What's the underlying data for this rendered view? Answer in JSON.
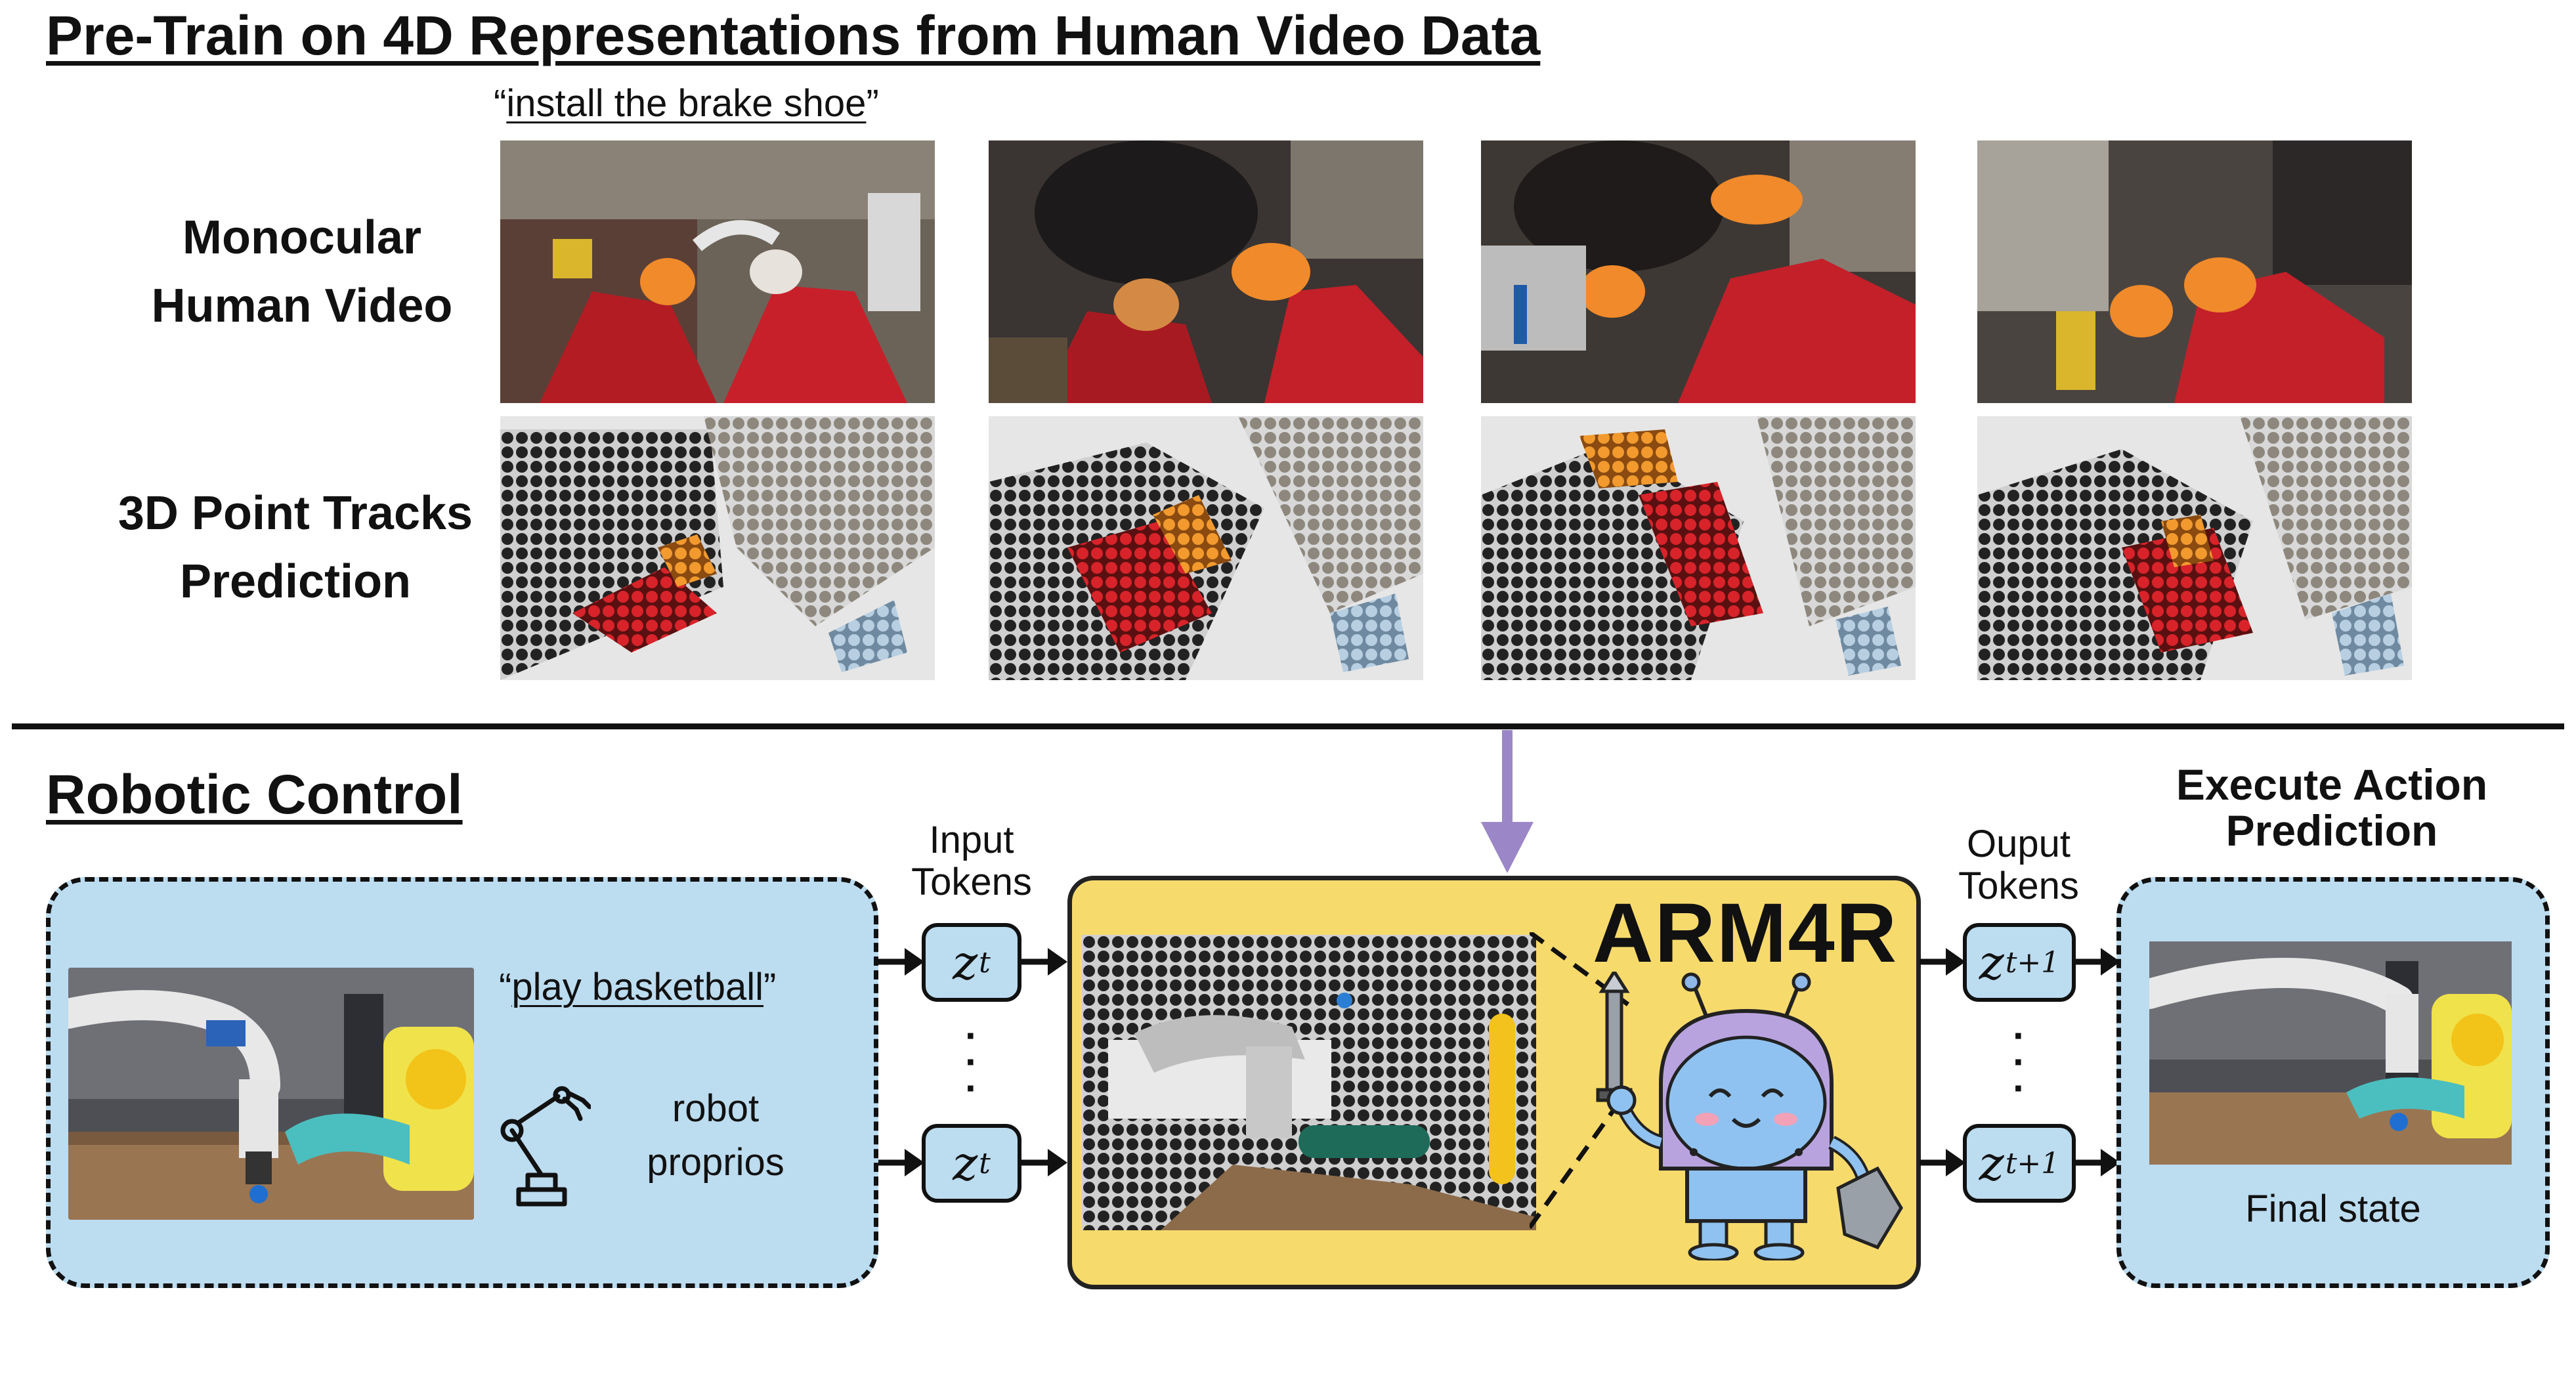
{
  "top": {
    "heading": "Pre-Train on 4D Representations from Human Video Data",
    "instruction_open": "“",
    "instruction": "install the brake shoe",
    "instruction_close": "”",
    "row1_label": "Monocular\nHuman Video",
    "row2_label": "3D Point Tracks\nPrediction"
  },
  "bottom": {
    "heading": "Robotic Control",
    "task_open": "“",
    "task": "play basketball",
    "task_close": "”",
    "proprio_label": "robot\nproprios",
    "input_caption": "Input\nTokens",
    "output_caption": "Ouput\nTokens",
    "input_token": "z",
    "input_sub": "t",
    "output_token": "z",
    "output_sub": "t+1",
    "model_name": "ARM4R",
    "execute_caption": "Execute Action\nPrediction",
    "final_state": "Final state"
  },
  "colors": {
    "panel_blue": "#bcdcf0",
    "model_yellow": "#f7da6c",
    "arrow_purple": "#9b86c8"
  }
}
